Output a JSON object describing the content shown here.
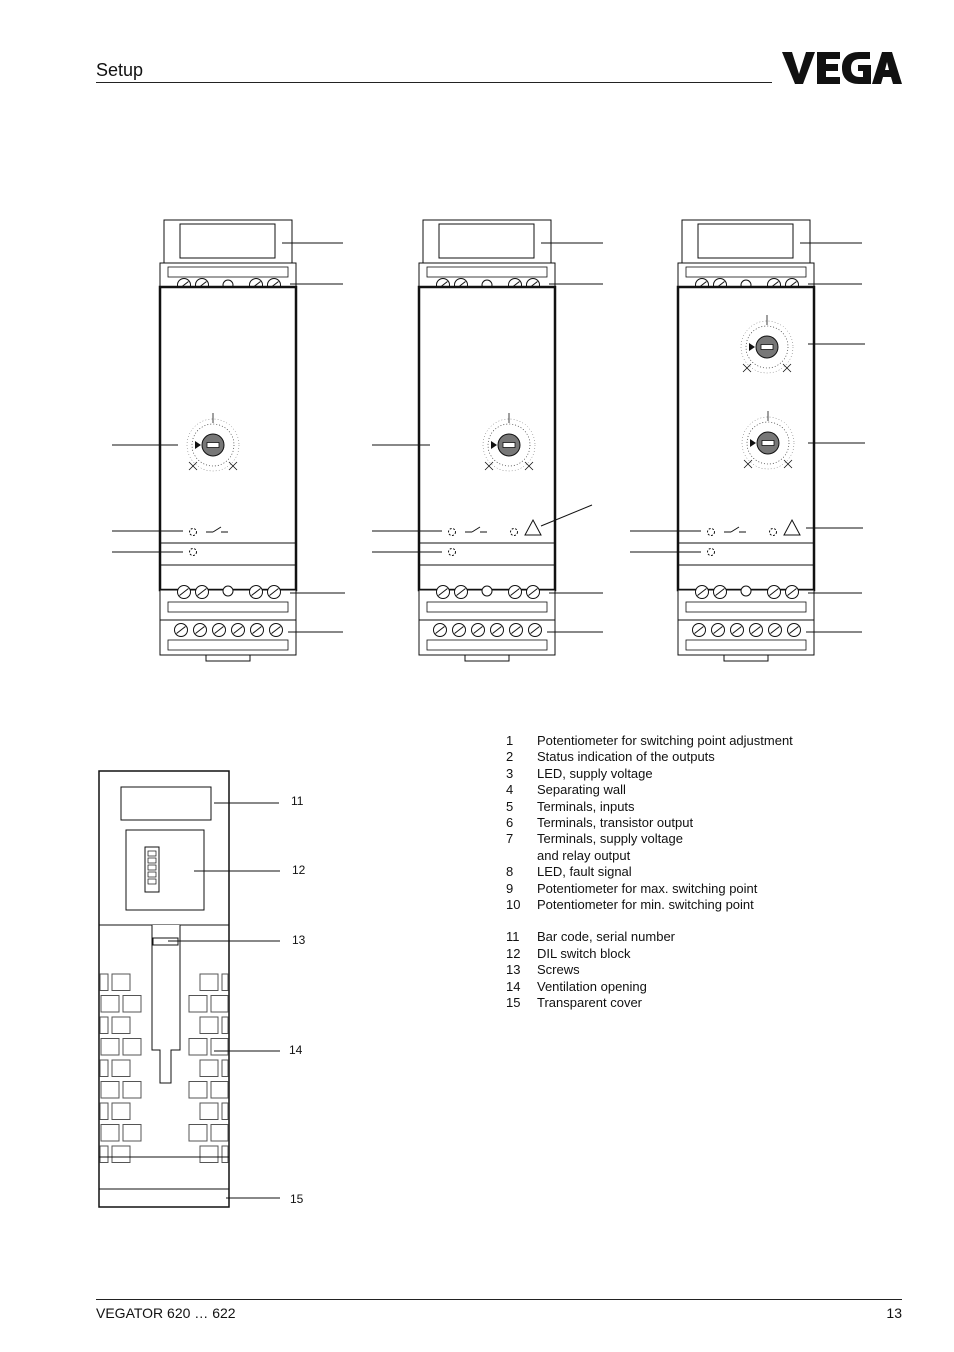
{
  "header": {
    "section_title": "Setup",
    "brand": "VEGA"
  },
  "figure_bottom": {
    "callouts": [
      "11",
      "12",
      "13",
      "14",
      "15"
    ]
  },
  "legend": {
    "group1": [
      {
        "num": "1",
        "text": "Potentiometer for switching point adjustment"
      },
      {
        "num": "2",
        "text": "Status indication of the outputs"
      },
      {
        "num": "3",
        "text": "LED, supply voltage"
      },
      {
        "num": "4",
        "text": "Separating wall"
      },
      {
        "num": "5",
        "text": "Terminals, inputs"
      },
      {
        "num": "6",
        "text": "Terminals, transistor output"
      },
      {
        "num": "7",
        "text": "Terminals, supply voltage"
      },
      {
        "num": "",
        "text": "and relay output"
      },
      {
        "num": "8",
        "text": "LED, fault signal"
      },
      {
        "num": "9",
        "text": "Potentiometer for max. switching point"
      },
      {
        "num": "10",
        "text": "Potentiometer for min. switching point"
      }
    ],
    "group2": [
      {
        "num": "11",
        "text": "Bar code, serial number"
      },
      {
        "num": "12",
        "text": "DIL switch block"
      },
      {
        "num": "13",
        "text": "Screws"
      },
      {
        "num": "14",
        "text": "Ventilation opening"
      },
      {
        "num": "15",
        "text": "Transparent cover"
      }
    ]
  },
  "footer": {
    "product": "VEGATOR 620 … 622",
    "page_number": "13"
  }
}
